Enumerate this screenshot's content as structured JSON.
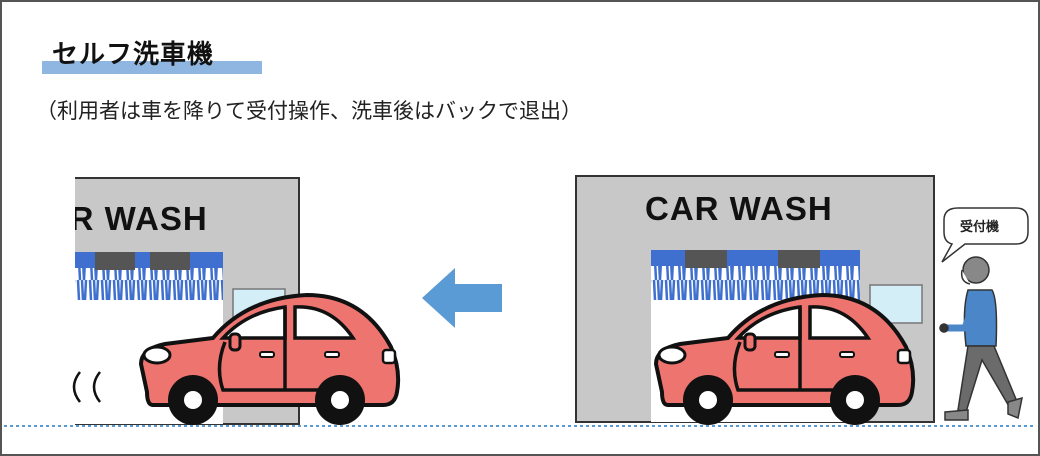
{
  "title": "セルフ洗車機",
  "subtitle": "（利用者は車を降りて受付操作、洗車後はバックで退出）",
  "left_scene": {
    "sign": "CAR WASH"
  },
  "right_scene": {
    "sign": "CAR WASH",
    "kiosk_label": "受付機"
  },
  "colors": {
    "car": "#ee7470",
    "building": "#c8c8c8",
    "arrow": "#5b9bd5",
    "brush": "#3f6fcf",
    "title_underline": "#8fb6e0"
  }
}
